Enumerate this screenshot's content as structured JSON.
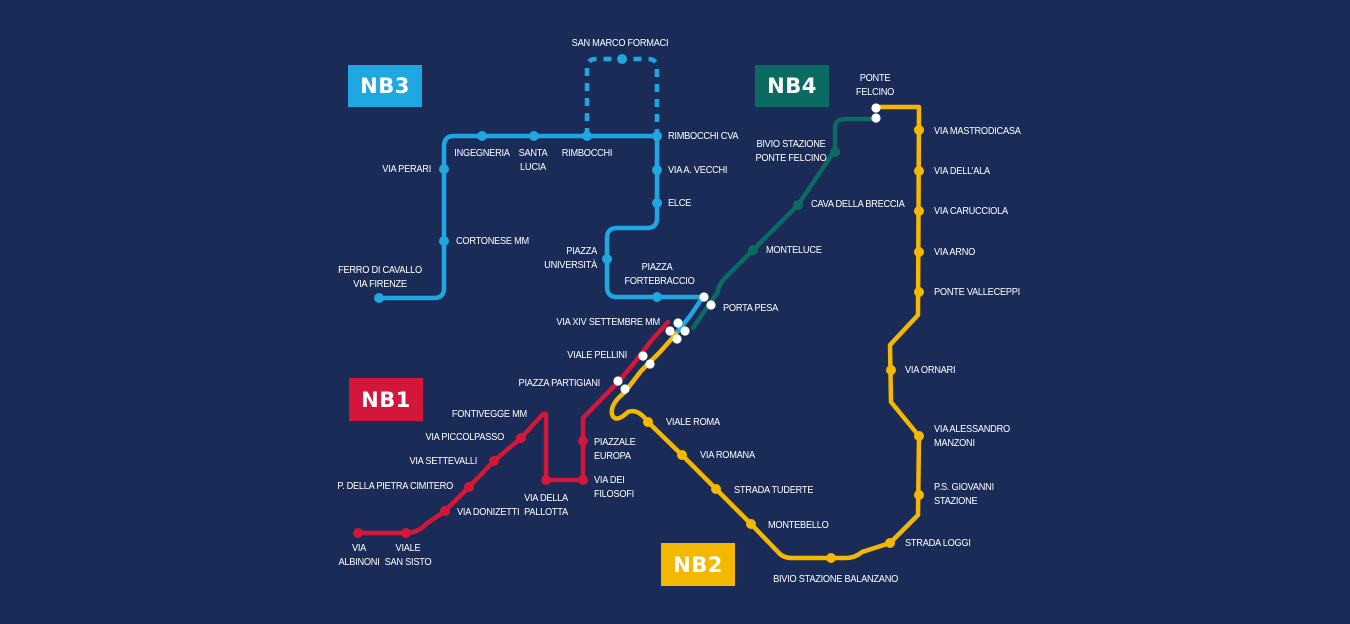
{
  "title": "Perugia Nightbus Network Map",
  "colors": {
    "background": "#1b2b57",
    "NB1": "#d3173a",
    "NB2": "#f5b800",
    "NB3": "#1ea7e1",
    "NB4": "#0b6b62",
    "interchange": "#ffffff",
    "text": "#ffffff"
  },
  "lines": [
    {
      "id": "NB1",
      "label": "NB1",
      "stations": [
        "Via Albinoni",
        "Viale San Sisto",
        "Via Donizetti",
        "P. della Pietra Cimitero",
        "Via Settevalli",
        "Via Piccolpasso",
        "Fontivegge MM",
        "Via della Pallotta",
        "Via dei Filosofi",
        "Piazzale Europa",
        "Piazza Partigiani",
        "Viale Pellini",
        "Via XIV Settembre MM"
      ]
    },
    {
      "id": "NB2",
      "label": "NB2",
      "stations": [
        "Ponte Felcino",
        "Via Mastrodicasa",
        "Via Dell'Ala",
        "Via Carucciola",
        "Via Arno",
        "Ponte Valleceppi",
        "Via Ornari",
        "Via Alessandro Manzoni",
        "P.S. Giovanni Stazione",
        "Strada Loggi",
        "Bivio Stazione Balanzano",
        "Montebello",
        "Strada Tuderte",
        "Via Romana",
        "Viale Roma",
        "Piazza Partigiani",
        "Viale Pellini",
        "Via XIV Settembre MM"
      ]
    },
    {
      "id": "NB3",
      "label": "NB3",
      "stations": [
        "Ferro di Cavallo Via Firenze",
        "Cortonese MM",
        "Via Perari",
        "Ingegneria",
        "Santa Lucia",
        "Rimbocchi",
        "San Marco Formaci",
        "Rimbocchi CVA",
        "Via A. Vecchi",
        "Elce",
        "Piazza Università",
        "Piazza Fortebraccio",
        "Porta Pesa",
        "Via XIV Settembre MM"
      ]
    },
    {
      "id": "NB4",
      "label": "NB4",
      "stations": [
        "Ponte Felcino",
        "Bivio Stazione Ponte Felcino",
        "Cava della Breccia",
        "Monteluce",
        "Porta Pesa"
      ]
    }
  ],
  "labels": {
    "san_marco_formaci": "SAN MARCO FORMACI",
    "ingegneria": "INGEGNERIA",
    "santa_lucia": "SANTA\nLUCIA",
    "rimbocchi": "RIMBOCCHI",
    "rimbocchi_cva": "RIMBOCCHI CVA",
    "via_perari": "VIA PERARI",
    "via_a_vecchi": "VIA A. VECCHI",
    "elce": "ELCE",
    "cortonese_mm": "CORTONESE MM",
    "piazza_universita": "PIAZZA\nUNIVERSITÀ",
    "piazza_fortebraccio": "PIAZZA\nFORTEBRACCIO",
    "ferro_di_cavallo": "FERRO DI CAVALLO\nVIA FIRENZE",
    "porta_pesa": "PORTA PESA",
    "via_xiv_settembre": "VIA XIV SETTEMBRE MM",
    "viale_pellini": "VIALE PELLINI",
    "piazza_partigiani": "PIAZZA PARTIGIANI",
    "fontivegge_mm": "FONTIVEGGE MM",
    "via_piccolpasso": "VIA PICCOLPASSO",
    "via_settevalli": "VIA SETTEVALLI",
    "p_della_pietra": "P. DELLA PIETRA CIMITERO",
    "via_donizetti": "VIA DONIZETTI",
    "via_albinoni": "VIA\nALBINONI",
    "viale_san_sisto": "VIALE\nSAN SISTO",
    "via_della_pallotta": "VIA DELLA\nPALLOTTA",
    "via_dei_filosofi": "VIA DEI\nFILOSOFI",
    "piazzale_europa": "PIAZZALE\nEUROPA",
    "viale_roma": "VIALE ROMA",
    "via_romana": "VIA ROMANA",
    "strada_tuderte": "STRADA TUDERTE",
    "montebello": "MONTEBELLO",
    "bivio_balanzano": "BIVIO STAZIONE BALANZANO",
    "strada_loggi": "STRADA LOGGI",
    "ps_giovanni": "P.S. GIOVANNI\nSTAZIONE",
    "via_manzoni": "VIA ALESSANDRO\nMANZONI",
    "via_ornari": "VIA ORNARI",
    "ponte_valleceppi": "PONTE VALLECEPPI",
    "via_arno": "VIA ARNO",
    "via_carucciola": "VIA CARUCCIOLA",
    "via_dellala": "VIA DELL’ALA",
    "via_mastrodicasa": "VIA MASTRODICASA",
    "ponte_felcino": "PONTE\nFELCINO",
    "bivio_ponte_felcino": "BIVIO STAZIONE\nPONTE FELCINO",
    "cava_breccia": "CAVA DELLA BRECCIA",
    "monteluce": "MONTELUCE"
  },
  "badges": {
    "nb1": "NB1",
    "nb2": "NB2",
    "nb3": "NB3",
    "nb4": "NB4"
  }
}
